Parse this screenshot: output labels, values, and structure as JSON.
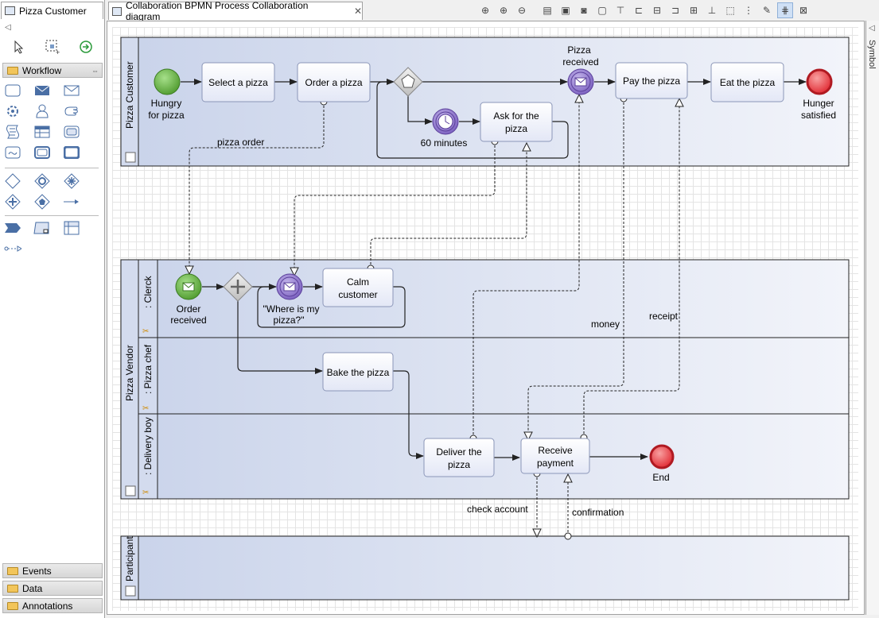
{
  "left_tab": {
    "title": "Pizza Customer"
  },
  "editor_tab": {
    "title": "Collaboration BPMN Process Collaboration diagram"
  },
  "right_panel": {
    "label": "Symbol"
  },
  "palette": {
    "drawers": [
      {
        "label": "Workflow"
      },
      {
        "label": "Events"
      },
      {
        "label": "Data"
      },
      {
        "label": "Annotations"
      }
    ],
    "tools": [
      "pointer-tool-icon",
      "marquee-tool-icon",
      "connection-tool-icon"
    ]
  },
  "pools": {
    "customer": {
      "name": "Pizza Customer"
    },
    "vendor": {
      "name": "Pizza Vendor",
      "lanes": [
        ": Clerck",
        ": Pizza chef",
        ": Delivery boy"
      ]
    },
    "participant": {
      "name": "Participant"
    }
  },
  "customer_elements": {
    "start": "Hungry for pizza",
    "select": "Select a pizza",
    "order": "Order a pizza",
    "timer": "60 minutes",
    "ask": "Ask for the pizza",
    "received": "Pizza received",
    "pay": "Pay the pizza",
    "eat": "Eat the pizza",
    "end": "Hunger satisfied"
  },
  "vendor_elements": {
    "order_received": "Order received",
    "where": "\"Where is my pizza?\"",
    "calm": "Calm customer",
    "bake": "Bake the pizza",
    "deliver": "Deliver the pizza",
    "receive": "Receive payment",
    "end": "End"
  },
  "message_labels": {
    "pizza_order": "pizza order",
    "money": "money",
    "receipt": "receipt",
    "check_account": "check account",
    "confirmation": "confirmation"
  },
  "colors": {
    "task_fill": "#eef1fb",
    "task_stroke": "#8b96b8",
    "start_fill": "#6bbf4a",
    "end_fill": "#e0262f",
    "intermediate_fill": "#8c72c9",
    "pool_fill": "#dbe3f2"
  }
}
